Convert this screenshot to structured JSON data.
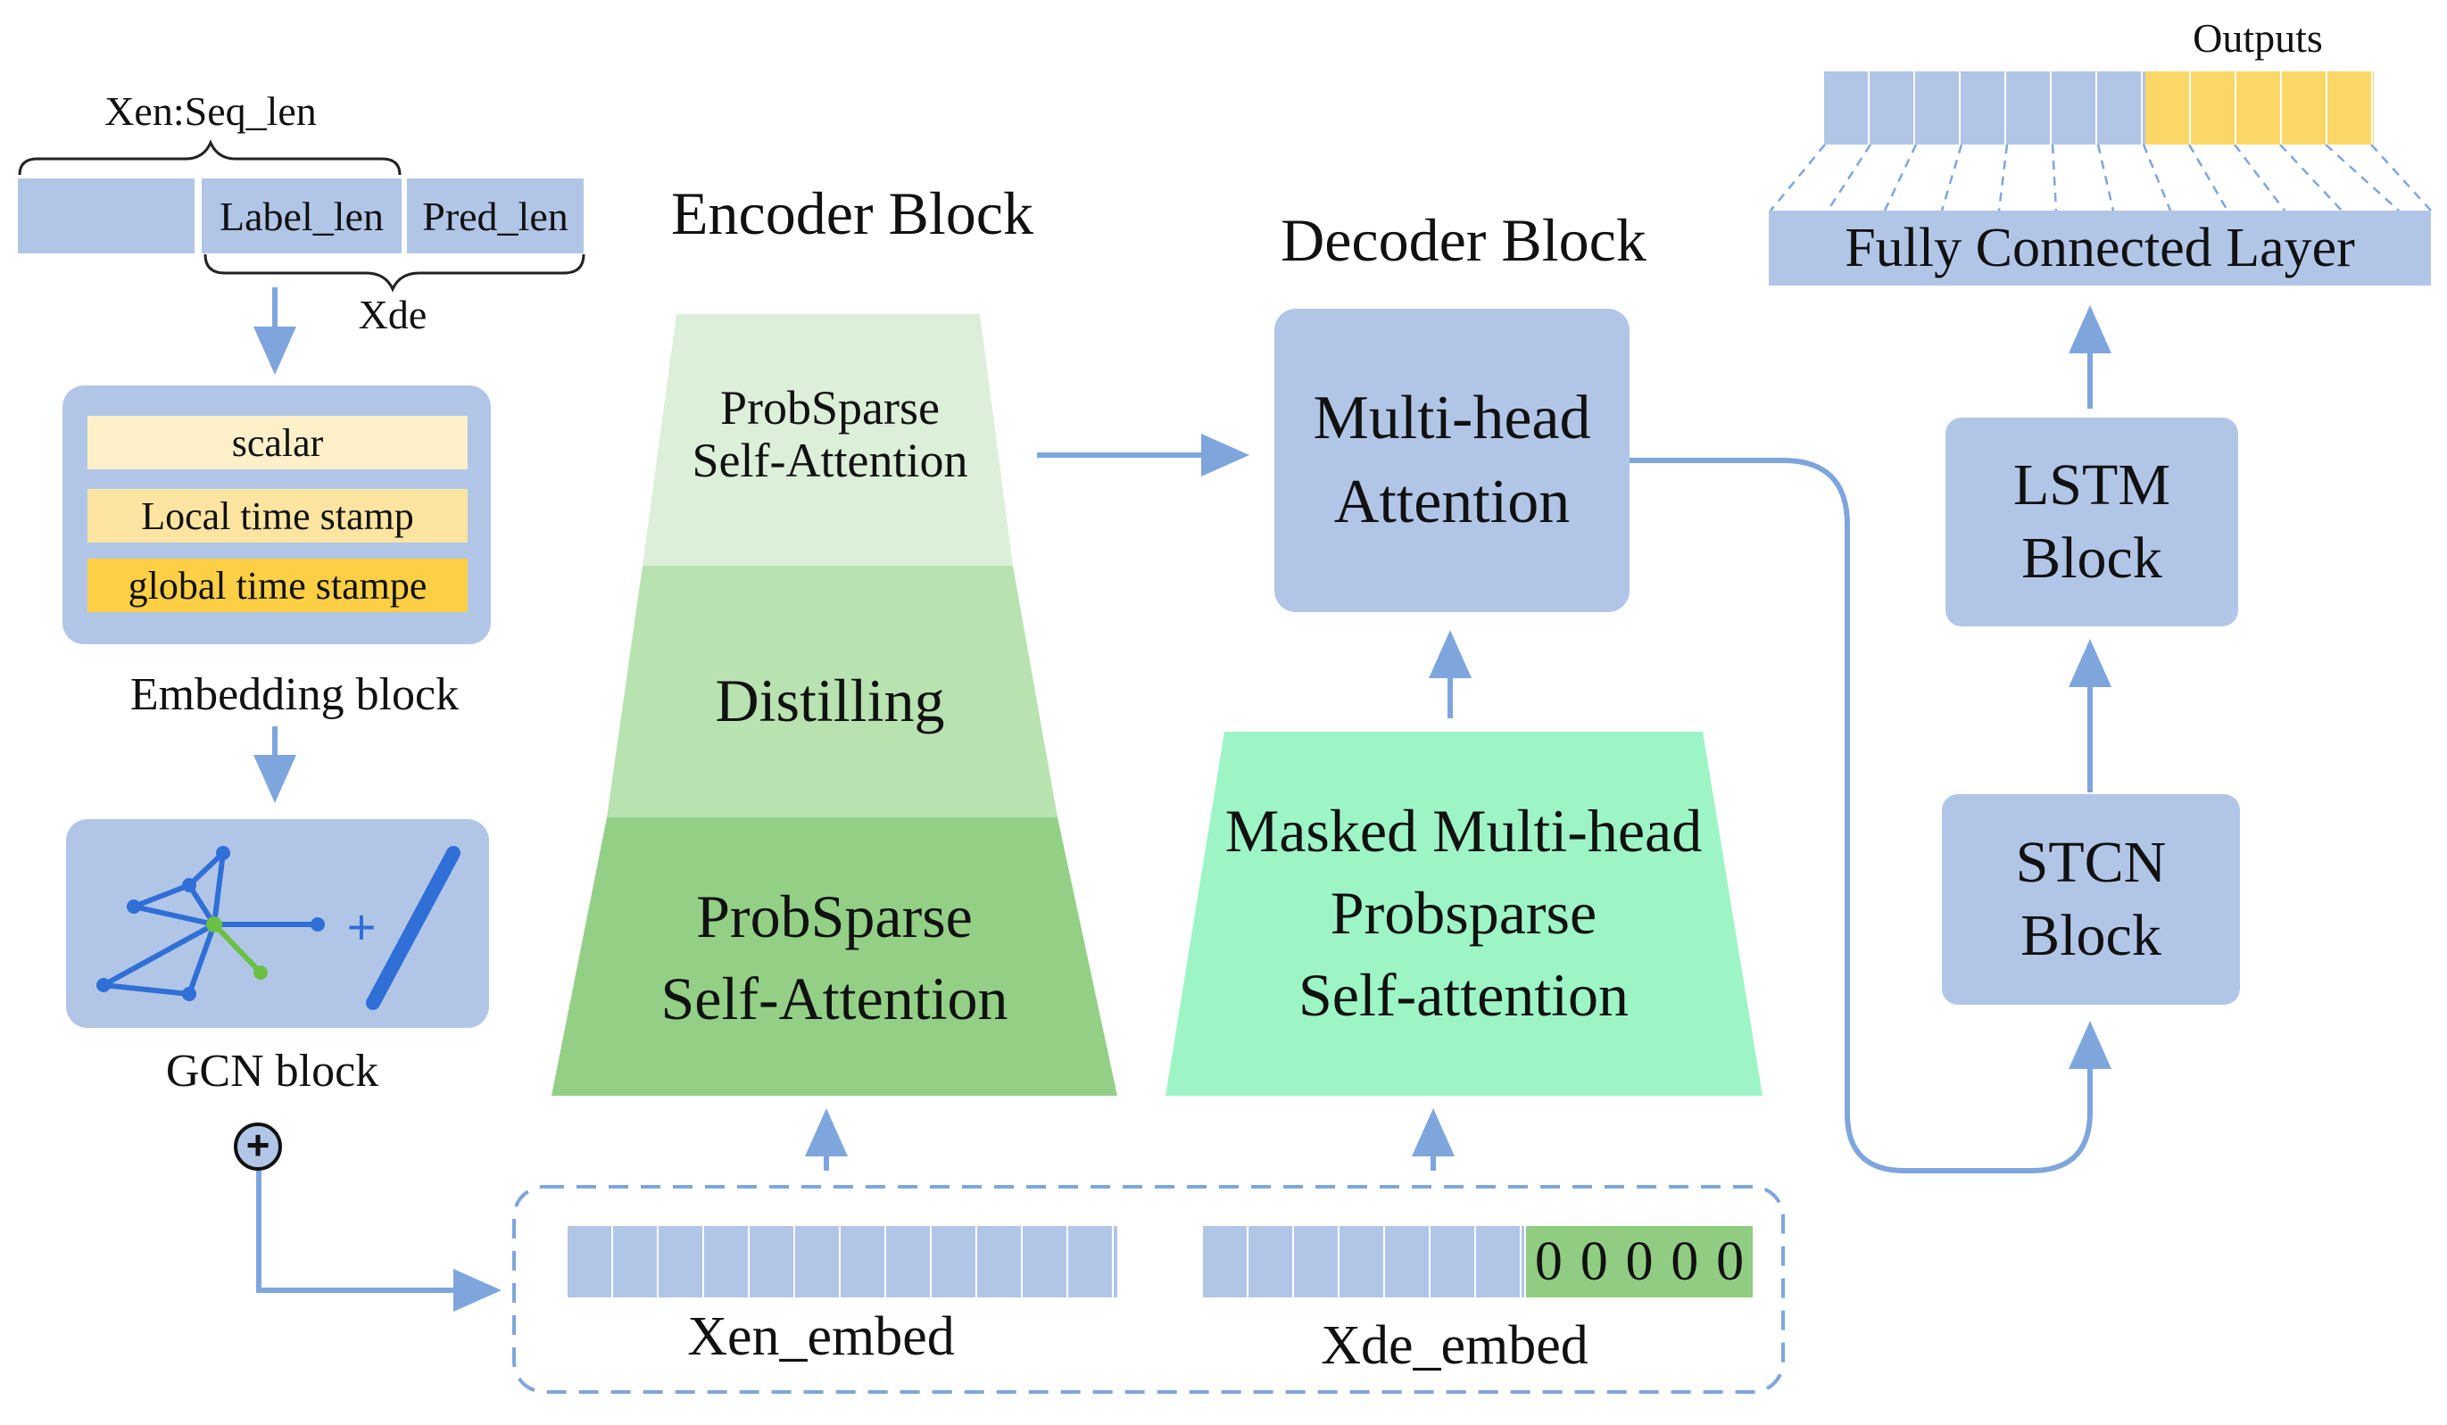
{
  "colors": {
    "blue_cell": "#b1c6e7",
    "blue_line": "#7ea6dd",
    "yellow_cell": "#fbd768",
    "green_cell": "#90cd82",
    "enc_top": "#dcefd8",
    "enc_mid": "#b8e2b0",
    "enc_bot": "#93d086",
    "dec_mask": "#9df5c5",
    "scalar_bar": "#fdf0c8",
    "local_bar": "#fde4a0",
    "global_bar": "#fdcf45",
    "gcn_edge": "#2f6fd6",
    "gcn_green": "#6cbf45"
  },
  "input_seq": {
    "xen_label": "Xen:Seq_len",
    "label_len": "Label_len",
    "pred_len": "Pred_len",
    "xde_label": "Xde"
  },
  "embedding": {
    "scalar": "scalar",
    "local": "Local time stamp",
    "global": "global time stampe",
    "caption": "Embedding block"
  },
  "gcn": {
    "plus": "+",
    "caption": "GCN block",
    "add_symbol": "+"
  },
  "encoder": {
    "title": "Encoder Block",
    "top_line1": "ProbSparse",
    "top_line2": "Self-Attention",
    "mid": "Distilling",
    "bot_line1": "ProbSparse",
    "bot_line2": "Self-Attention"
  },
  "decoder": {
    "title": "Decoder Block",
    "mha_line1": "Multi-head",
    "mha_line2": "Attention",
    "masked_line1": "Masked Multi-head",
    "masked_line2": "Probsparse",
    "masked_line3": "Self-attention"
  },
  "embeds": {
    "xen_embed": "Xen_embed",
    "xde_embed": "Xde_embed",
    "zeros": [
      "0",
      "0",
      "0",
      "0",
      "0"
    ]
  },
  "right": {
    "stcn_line1": "STCN",
    "stcn_line2": "Block",
    "lstm_line1": "LSTM",
    "lstm_line2": "Block",
    "fc": "Fully Connected Layer",
    "outputs": "Outputs"
  }
}
